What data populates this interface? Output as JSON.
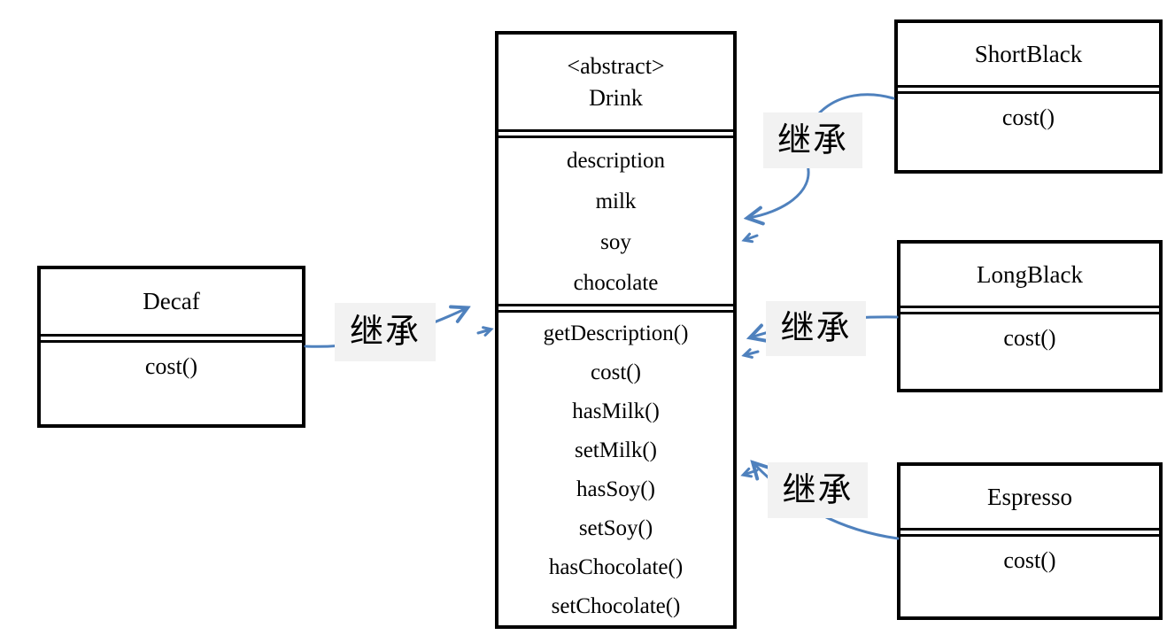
{
  "inheritance_label": "继承",
  "colors": {
    "arrow_blue": "#4f81bd",
    "label_background": "#f2f2f2",
    "box_border": "#000000",
    "page_background": "#ffffff"
  },
  "drink": {
    "stereotype": "<abstract>",
    "name": "Drink",
    "attributes": [
      "description",
      "milk",
      "soy",
      "chocolate"
    ],
    "methods": [
      "getDescription()",
      "cost()",
      "hasMilk()",
      "setMilk()",
      "hasSoy()",
      "setSoy()",
      "hasChocolate()",
      "setChocolate()"
    ]
  },
  "subclasses": [
    {
      "name": "Decaf",
      "method": "cost()"
    },
    {
      "name": "ShortBlack",
      "method": "cost()"
    },
    {
      "name": "LongBlack",
      "method": "cost()"
    },
    {
      "name": "Espresso",
      "method": "cost()"
    }
  ]
}
